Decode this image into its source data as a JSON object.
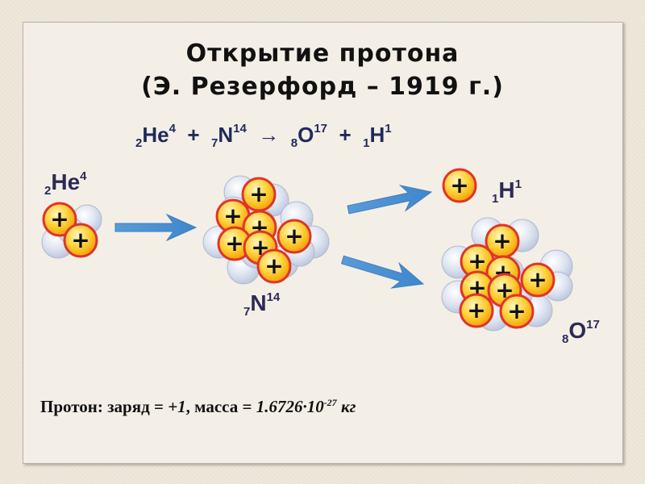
{
  "title": {
    "line1": "Открытие протона",
    "line2": "(Э. Резерфорд – 1919 г.)"
  },
  "reaction": {
    "he_z": "2",
    "he_sym": "He",
    "he_a": "4",
    "plus1": "+",
    "n_z": "7",
    "n_sym": "N",
    "n_a": "14",
    "arrow": "→",
    "o_z": "8",
    "o_sym": "O",
    "o_a": "17",
    "plus2": "+",
    "h_z": "1",
    "h_sym": "H",
    "h_a": "1"
  },
  "labels": {
    "he": {
      "z": "2",
      "sym": "He",
      "a": "4"
    },
    "n": {
      "z": "7",
      "sym": "N",
      "a": "14"
    },
    "h": {
      "z": "1",
      "sym": "H",
      "a": "1"
    },
    "o": {
      "z": "8",
      "sym": "O",
      "a": "17"
    }
  },
  "proton_sign": "+",
  "formula": {
    "prefix": "Протон: заряд = ",
    "charge": "+1",
    "middle": ", масса = ",
    "mass": "1.6726·10",
    "exp": "-27",
    "unit": " кг"
  },
  "colors": {
    "proton_fill": "#f7b500",
    "proton_ring": "#e0342a",
    "neutron": "#c9d3e6",
    "arrow": "#4f93d3",
    "text_dark": "#1f2a5a"
  }
}
